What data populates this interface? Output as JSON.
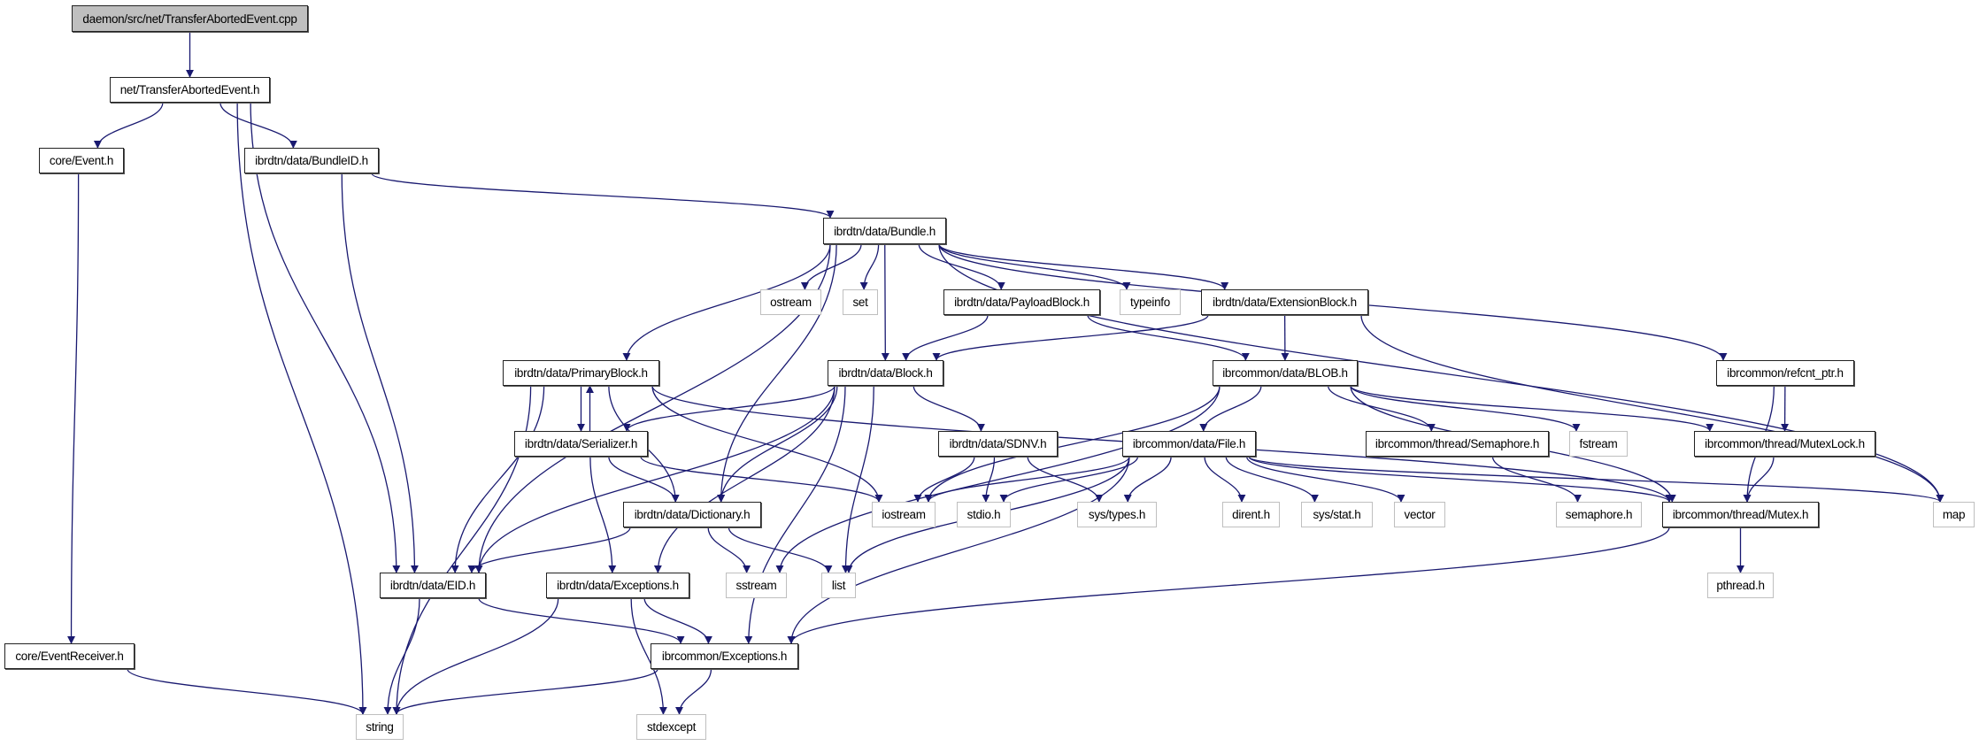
{
  "colors": {
    "edge": "#191970",
    "root_fill": "#bfbfbf",
    "external_border": "#bfbfbf",
    "node_border": "#222222"
  },
  "nodes": [
    {
      "id": "cpp",
      "label": "daemon/src/net/TransferAbortedEvent.cpp",
      "kind": "root"
    },
    {
      "id": "tae",
      "label": "net/TransferAbortedEvent.h",
      "kind": "internal"
    },
    {
      "id": "event",
      "label": "core/Event.h",
      "kind": "internal"
    },
    {
      "id": "bundleid",
      "label": "ibrdtn/data/BundleID.h",
      "kind": "internal"
    },
    {
      "id": "bundle",
      "label": "ibrdtn/data/Bundle.h",
      "kind": "internal"
    },
    {
      "id": "ostream",
      "label": "ostream",
      "kind": "external"
    },
    {
      "id": "set",
      "label": "set",
      "kind": "external"
    },
    {
      "id": "payload",
      "label": "ibrdtn/data/PayloadBlock.h",
      "kind": "internal"
    },
    {
      "id": "typeinfo",
      "label": "typeinfo",
      "kind": "external"
    },
    {
      "id": "extension",
      "label": "ibrdtn/data/ExtensionBlock.h",
      "kind": "internal"
    },
    {
      "id": "primary",
      "label": "ibrdtn/data/PrimaryBlock.h",
      "kind": "internal"
    },
    {
      "id": "block",
      "label": "ibrdtn/data/Block.h",
      "kind": "internal"
    },
    {
      "id": "blob",
      "label": "ibrcommon/data/BLOB.h",
      "kind": "internal"
    },
    {
      "id": "refcnt",
      "label": "ibrcommon/refcnt_ptr.h",
      "kind": "internal"
    },
    {
      "id": "serializer",
      "label": "ibrdtn/data/Serializer.h",
      "kind": "internal"
    },
    {
      "id": "sdnv",
      "label": "ibrdtn/data/SDNV.h",
      "kind": "internal"
    },
    {
      "id": "file",
      "label": "ibrcommon/data/File.h",
      "kind": "internal"
    },
    {
      "id": "semaphore",
      "label": "ibrcommon/thread/Semaphore.h",
      "kind": "internal"
    },
    {
      "id": "fstream",
      "label": "fstream",
      "kind": "external"
    },
    {
      "id": "mutexlock",
      "label": "ibrcommon/thread/MutexLock.h",
      "kind": "internal"
    },
    {
      "id": "dictionary",
      "label": "ibrdtn/data/Dictionary.h",
      "kind": "internal"
    },
    {
      "id": "iostream",
      "label": "iostream",
      "kind": "external"
    },
    {
      "id": "stdio",
      "label": "stdio.h",
      "kind": "external"
    },
    {
      "id": "systypes",
      "label": "sys/types.h",
      "kind": "external"
    },
    {
      "id": "dirent",
      "label": "dirent.h",
      "kind": "external"
    },
    {
      "id": "sysstat",
      "label": "sys/stat.h",
      "kind": "external"
    },
    {
      "id": "vector",
      "label": "vector",
      "kind": "external"
    },
    {
      "id": "semaphoreh",
      "label": "semaphore.h",
      "kind": "external"
    },
    {
      "id": "mutex",
      "label": "ibrcommon/thread/Mutex.h",
      "kind": "internal"
    },
    {
      "id": "map",
      "label": "map",
      "kind": "external"
    },
    {
      "id": "eid",
      "label": "ibrdtn/data/EID.h",
      "kind": "internal"
    },
    {
      "id": "exceptions",
      "label": "ibrdtn/data/Exceptions.h",
      "kind": "internal"
    },
    {
      "id": "sstream",
      "label": "sstream",
      "kind": "external"
    },
    {
      "id": "list",
      "label": "list",
      "kind": "external"
    },
    {
      "id": "pthread",
      "label": "pthread.h",
      "kind": "external"
    },
    {
      "id": "eventreceiver",
      "label": "core/EventReceiver.h",
      "kind": "internal"
    },
    {
      "id": "icexceptions",
      "label": "ibrcommon/Exceptions.h",
      "kind": "internal"
    },
    {
      "id": "string",
      "label": "string",
      "kind": "external"
    },
    {
      "id": "stdexcept",
      "label": "stdexcept",
      "kind": "external"
    }
  ],
  "edges": [
    [
      "cpp",
      "tae"
    ],
    [
      "tae",
      "event"
    ],
    [
      "tae",
      "bundleid"
    ],
    [
      "tae",
      "eid"
    ],
    [
      "tae",
      "string"
    ],
    [
      "event",
      "eventreceiver"
    ],
    [
      "eventreceiver",
      "string"
    ],
    [
      "bundleid",
      "eid"
    ],
    [
      "bundleid",
      "bundle"
    ],
    [
      "bundle",
      "ostream"
    ],
    [
      "bundle",
      "set"
    ],
    [
      "bundle",
      "payload"
    ],
    [
      "bundle",
      "typeinfo"
    ],
    [
      "bundle",
      "extension"
    ],
    [
      "bundle",
      "block"
    ],
    [
      "bundle",
      "dictionary"
    ],
    [
      "bundle",
      "primary"
    ],
    [
      "bundle",
      "eid"
    ],
    [
      "bundle",
      "refcnt"
    ],
    [
      "bundle",
      "map"
    ],
    [
      "payload",
      "block"
    ],
    [
      "payload",
      "blob"
    ],
    [
      "extension",
      "block"
    ],
    [
      "extension",
      "blob"
    ],
    [
      "extension",
      "map"
    ],
    [
      "primary",
      "serializer"
    ],
    [
      "primary",
      "eid"
    ],
    [
      "primary",
      "string"
    ],
    [
      "primary",
      "iostream"
    ],
    [
      "primary",
      "dictionary"
    ],
    [
      "primary",
      "mutex"
    ],
    [
      "serializer",
      "primary"
    ],
    [
      "serializer",
      "dictionary"
    ],
    [
      "serializer",
      "exceptions"
    ],
    [
      "serializer",
      "iostream"
    ],
    [
      "block",
      "serializer"
    ],
    [
      "block",
      "eid"
    ],
    [
      "block",
      "dictionary"
    ],
    [
      "block",
      "sdnv"
    ],
    [
      "block",
      "list"
    ],
    [
      "block",
      "exceptions"
    ],
    [
      "block",
      "icexceptions"
    ],
    [
      "dictionary",
      "eid"
    ],
    [
      "dictionary",
      "sstream"
    ],
    [
      "dictionary",
      "list"
    ],
    [
      "eid",
      "string"
    ],
    [
      "eid",
      "icexceptions"
    ],
    [
      "exceptions",
      "string"
    ],
    [
      "exceptions",
      "stdexcept"
    ],
    [
      "exceptions",
      "icexceptions"
    ],
    [
      "icexceptions",
      "string"
    ],
    [
      "icexceptions",
      "stdexcept"
    ],
    [
      "sdnv",
      "iostream"
    ],
    [
      "sdnv",
      "stdio"
    ],
    [
      "sdnv",
      "systypes"
    ],
    [
      "blob",
      "iostream"
    ],
    [
      "blob",
      "file"
    ],
    [
      "blob",
      "semaphore"
    ],
    [
      "blob",
      "fstream"
    ],
    [
      "blob",
      "mutexlock"
    ],
    [
      "blob",
      "mutex"
    ],
    [
      "blob",
      "sstream"
    ],
    [
      "file",
      "iostream"
    ],
    [
      "file",
      "stdio"
    ],
    [
      "file",
      "systypes"
    ],
    [
      "file",
      "dirent"
    ],
    [
      "file",
      "sysstat"
    ],
    [
      "file",
      "vector"
    ],
    [
      "file",
      "list"
    ],
    [
      "file",
      "map"
    ],
    [
      "file",
      "mutex"
    ],
    [
      "file",
      "icexceptions"
    ],
    [
      "semaphore",
      "semaphoreh"
    ],
    [
      "refcnt",
      "mutexlock"
    ],
    [
      "refcnt",
      "mutex"
    ],
    [
      "mutexlock",
      "mutex"
    ],
    [
      "mutex",
      "pthread"
    ],
    [
      "mutex",
      "icexceptions"
    ]
  ]
}
